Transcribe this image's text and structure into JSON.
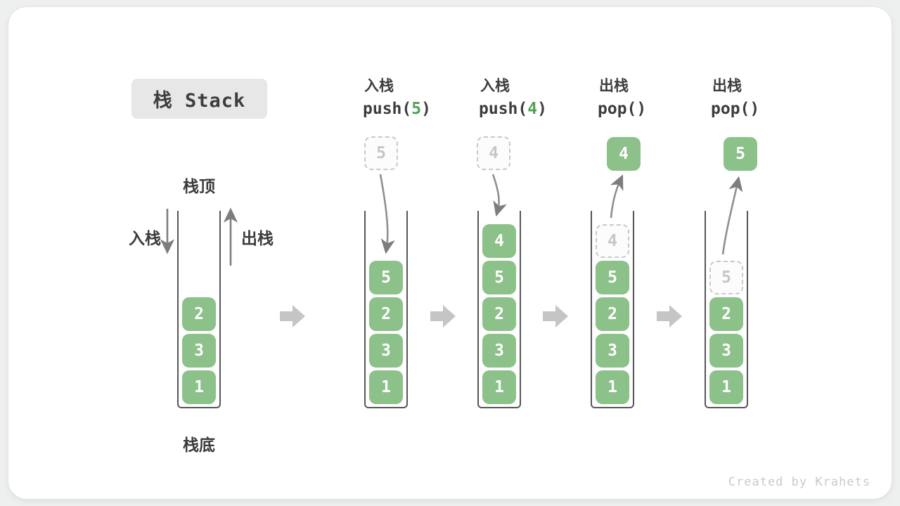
{
  "title": "栈 Stack",
  "watermark": "Created by Krahets",
  "colors": {
    "box_green": "#8cc18a",
    "accent_green": "#52a152",
    "label_dark": "#3c3c3c",
    "ghost_gray": "#c9c9c9",
    "arrow_gray": "#8f8f8f",
    "block_arrow_gray": "#c5c5c5",
    "title_bg": "#e7e7e7"
  },
  "legend": {
    "stack_top": "栈顶",
    "stack_bottom": "栈底",
    "push": "入栈",
    "pop": "出栈"
  },
  "initial_stack": {
    "items": [
      "2",
      "3",
      "1"
    ]
  },
  "steps": [
    {
      "label_cn": "入栈",
      "code": {
        "pre": "push(",
        "arg": "5",
        "post": ")"
      },
      "floating": "5",
      "items": [
        "5",
        "2",
        "3",
        "1"
      ]
    },
    {
      "label_cn": "入栈",
      "code": {
        "pre": "push(",
        "arg": "4",
        "post": ")"
      },
      "floating": "4",
      "items": [
        "4",
        "5",
        "2",
        "3",
        "1"
      ]
    },
    {
      "label_cn": "出栈",
      "code": {
        "pre": "pop(",
        "arg": "",
        "post": ")"
      },
      "floating": "4",
      "ghost": "4",
      "items": [
        "5",
        "2",
        "3",
        "1"
      ]
    },
    {
      "label_cn": "出栈",
      "code": {
        "pre": "pop(",
        "arg": "",
        "post": ")"
      },
      "floating": "5",
      "ghost": "5",
      "items": [
        "2",
        "3",
        "1"
      ]
    }
  ]
}
